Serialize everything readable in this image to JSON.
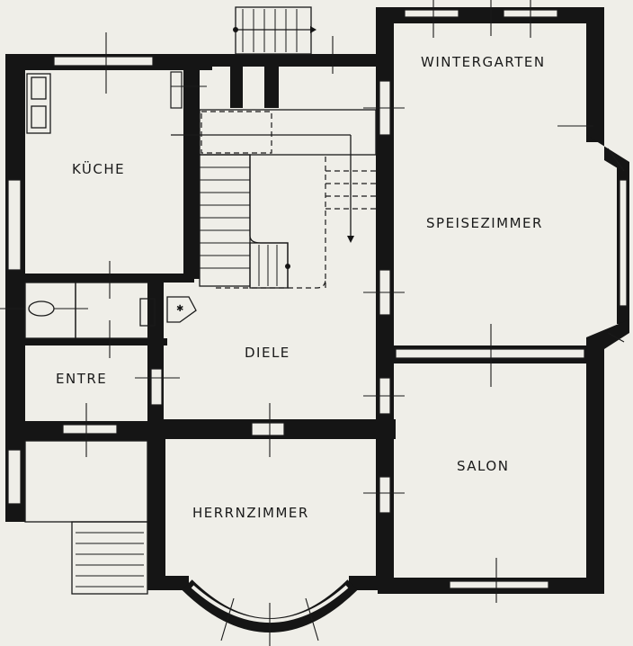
{
  "rooms": {
    "wintergarten": "WINTERGARTEN",
    "kueche": "KÜCHE",
    "speisezimmer": "SPEISEZIMMER",
    "diele": "DIELE",
    "entre": "ENTRE",
    "salon": "SALON",
    "herrnzimmer": "HERRNZIMMER"
  },
  "colors": {
    "paper": "#efeee8",
    "ink": "#151515"
  }
}
